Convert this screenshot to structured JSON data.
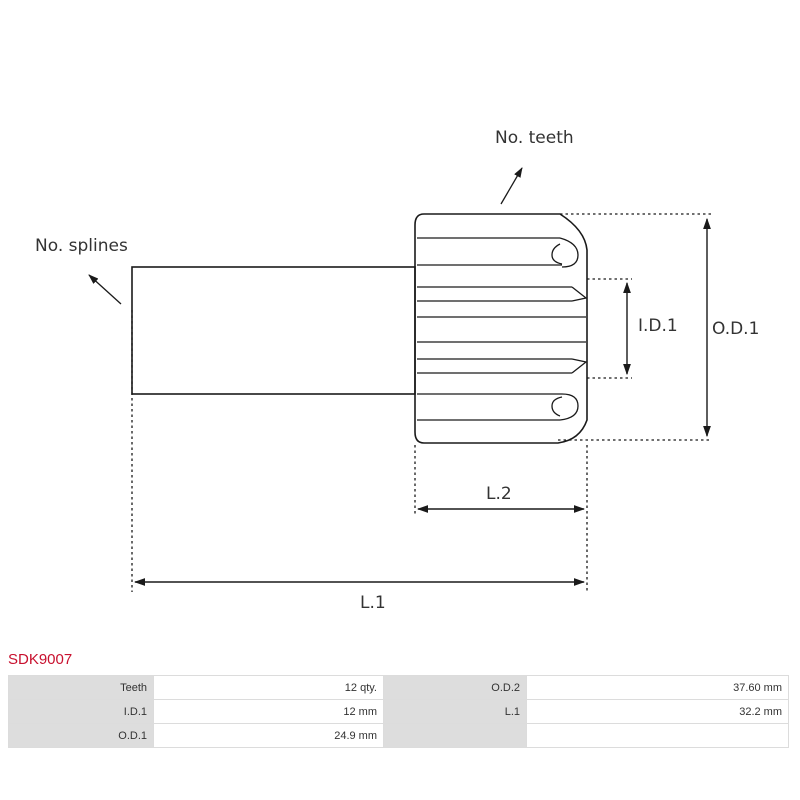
{
  "diagram": {
    "labels": {
      "no_teeth": "No. teeth",
      "no_splines": "No. splines",
      "id1": "I.D.1",
      "od1": "O.D.1",
      "l2": "L.2",
      "l1": "L.1"
    },
    "colors": {
      "line": "#1a1a1a",
      "text": "#333333"
    }
  },
  "product": {
    "sku": "SDK9007",
    "sku_color": "#c8102e"
  },
  "specs": {
    "rows": [
      [
        {
          "key": "Teeth",
          "value": "12 qty."
        },
        {
          "key": "O.D.2",
          "value": "37.60 mm"
        }
      ],
      [
        {
          "key": "I.D.1",
          "value": "12 mm"
        },
        {
          "key": "L.1",
          "value": "32.2 mm"
        }
      ],
      [
        {
          "key": "O.D.1",
          "value": "24.9 mm"
        },
        {
          "key": "",
          "value": ""
        }
      ]
    ]
  }
}
